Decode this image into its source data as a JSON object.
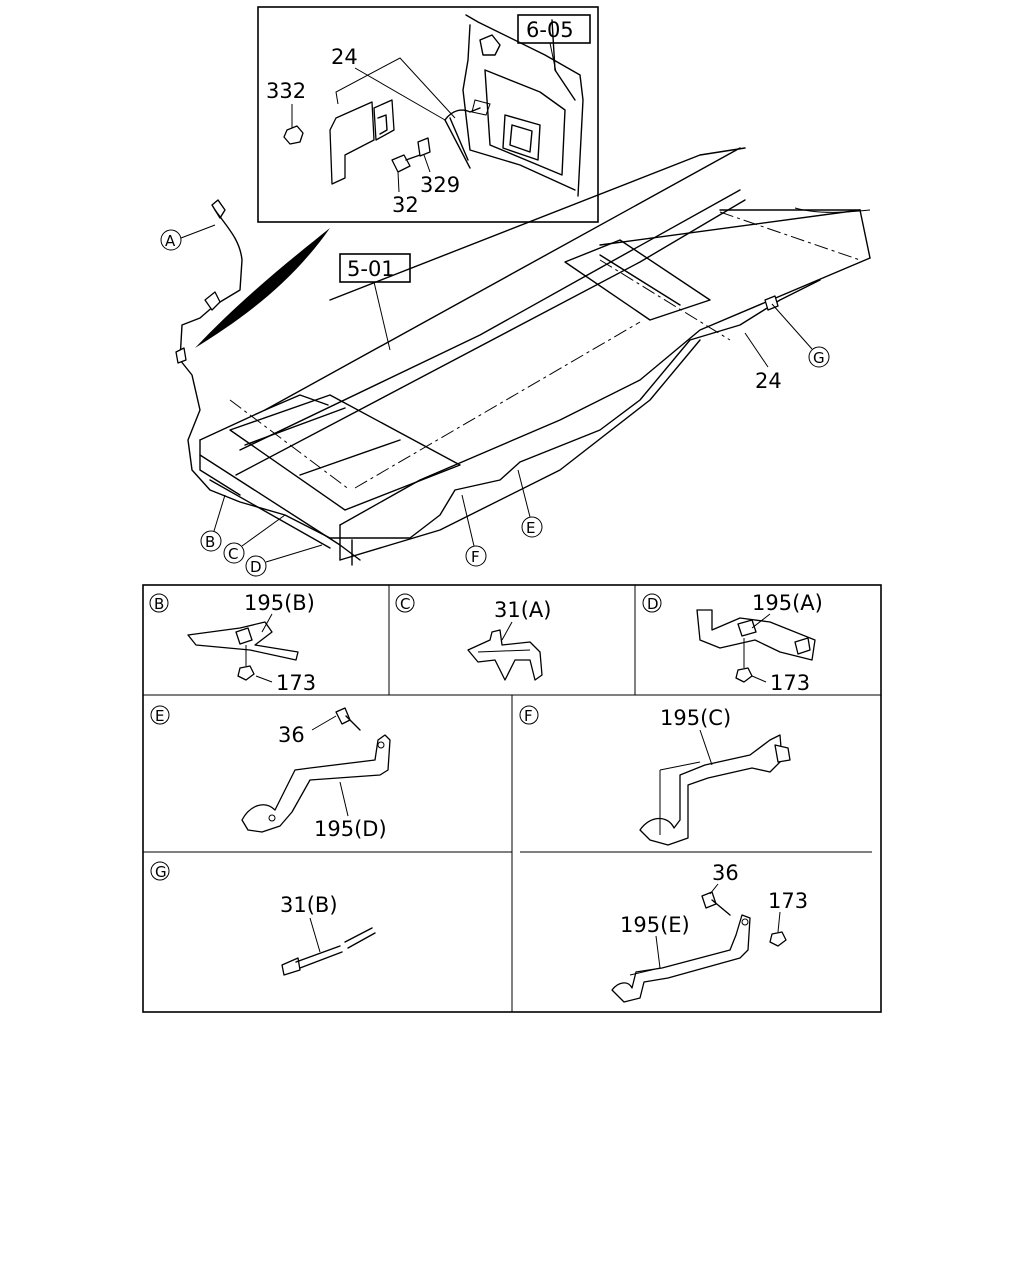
{
  "references": {
    "inset_ref": "6-05",
    "frame_ref": "5-01"
  },
  "inset": {
    "label_24": "24",
    "label_332": "332",
    "label_329": "329",
    "label_32": "32"
  },
  "main": {
    "label_24": "24",
    "callouts": [
      "A",
      "B",
      "C",
      "D",
      "E",
      "F",
      "G"
    ]
  },
  "details": {
    "B": {
      "letter": "B",
      "part": "195(B)",
      "nut": "173"
    },
    "C": {
      "letter": "C",
      "part": "31(A)"
    },
    "D": {
      "letter": "D",
      "part": "195(A)",
      "nut": "173"
    },
    "E": {
      "letter": "E",
      "bolt": "36",
      "part": "195(D)"
    },
    "F": {
      "letter": "F",
      "part": "195(C)"
    },
    "G": {
      "letter": "G",
      "part": "31(B)"
    },
    "H": {
      "bolt": "36",
      "nut": "173",
      "part": "195(E)"
    }
  }
}
